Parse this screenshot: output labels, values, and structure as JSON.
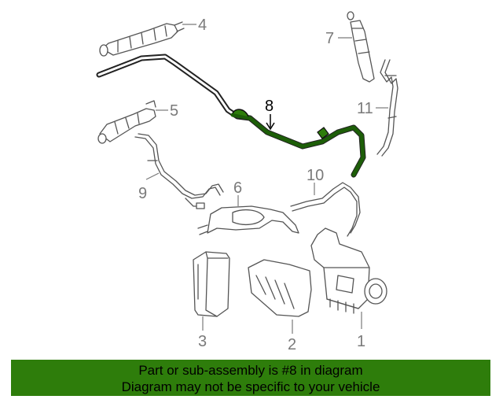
{
  "diagram": {
    "callouts": {
      "p1": "1",
      "p2": "2",
      "p3": "3",
      "p4": "4",
      "p5": "5",
      "p6": "6",
      "p7": "7",
      "p8": "8",
      "p9": "9",
      "p10": "10",
      "p11": "11"
    },
    "highlight_part": "8",
    "highlight_color": "#2e7d0b"
  },
  "banner": {
    "line1": "Part or sub-assembly is #8 in diagram",
    "line2": "Diagram may not be specific to your vehicle",
    "background": "#2e7d0b"
  }
}
